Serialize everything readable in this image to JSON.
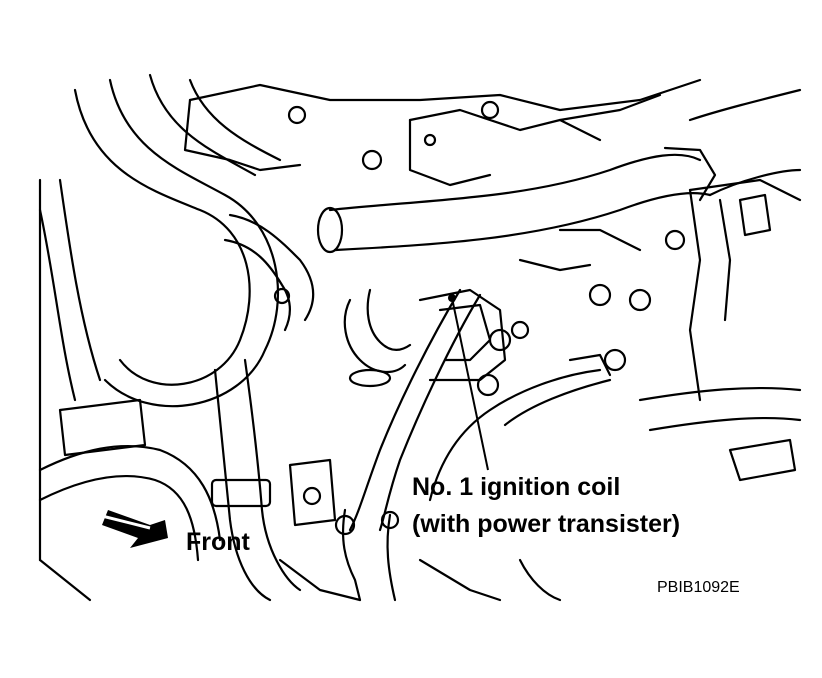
{
  "figure": {
    "callout_line1": "No. 1 ignition coil",
    "callout_line2": "(with power transister)",
    "direction_label": "Front",
    "figure_code": "PBIB1092E"
  },
  "colors": {
    "line": "#000000",
    "background": "#ffffff"
  },
  "icons": [
    "front-arrow-icon"
  ]
}
